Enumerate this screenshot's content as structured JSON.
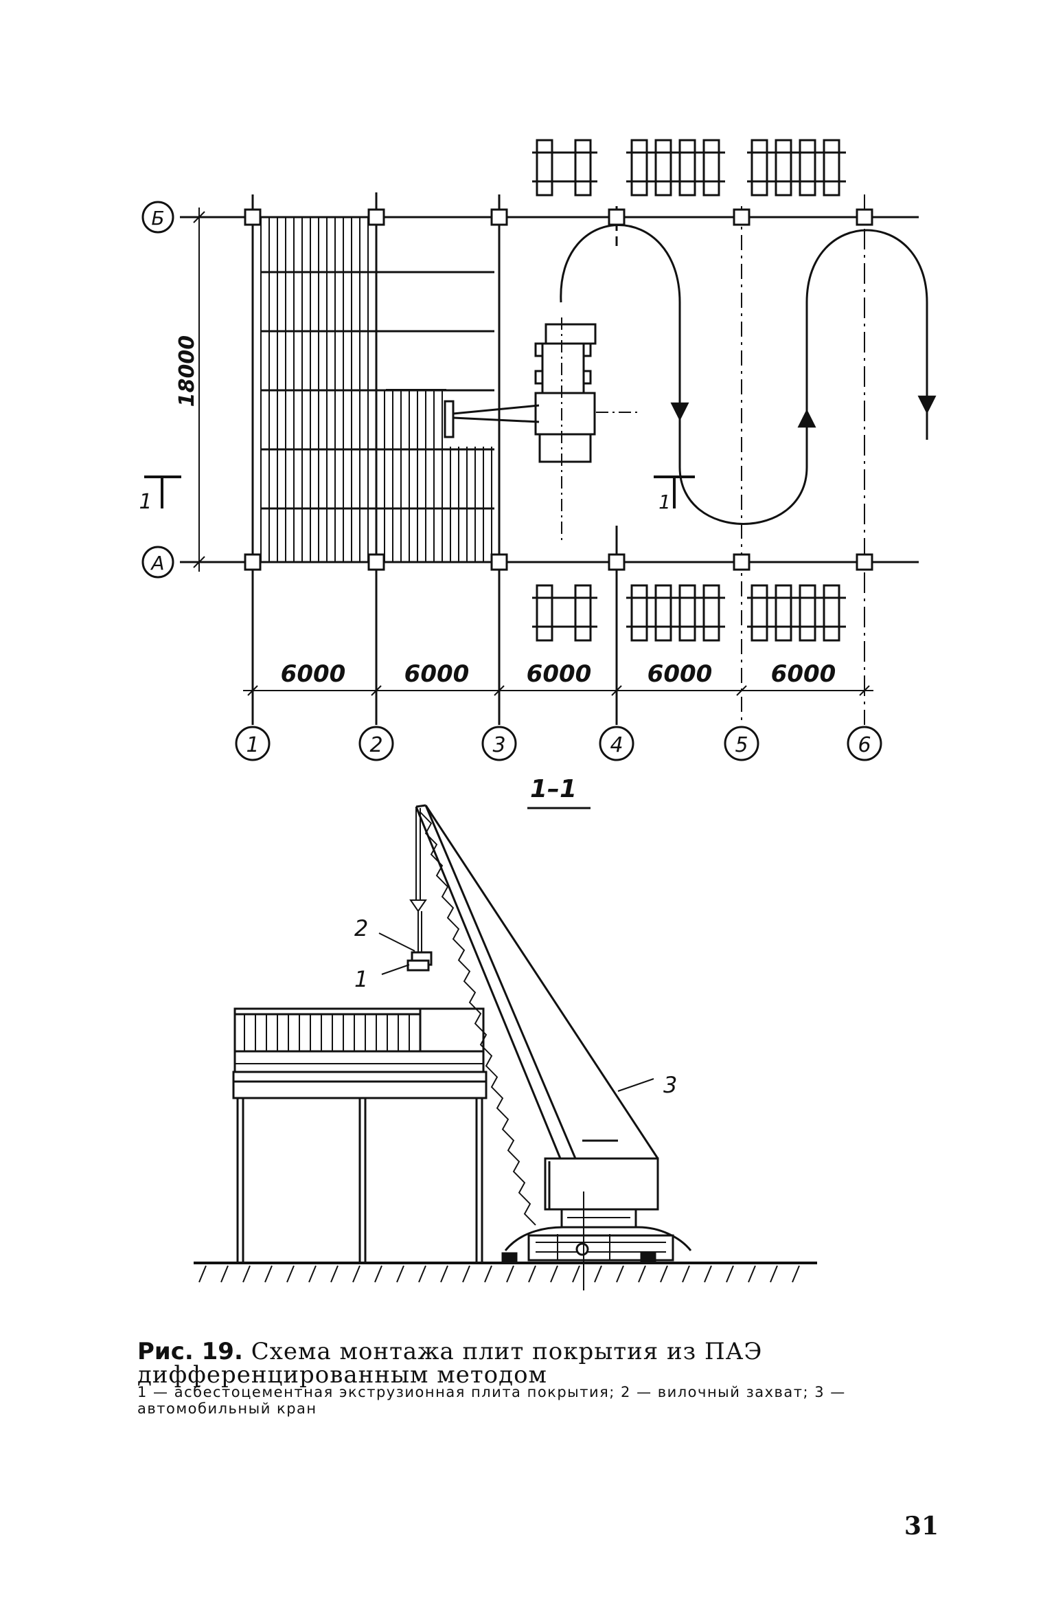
{
  "plan": {
    "row_labels": [
      "Б",
      "А"
    ],
    "column_labels": [
      "1",
      "2",
      "3",
      "4",
      "5",
      "6"
    ],
    "span_dims": [
      "6000",
      "6000",
      "6000",
      "6000",
      "6000"
    ],
    "height_dim": "18000",
    "section_marks": [
      "1",
      "1"
    ]
  },
  "section": {
    "title": "1–1",
    "callouts": [
      "2",
      "1",
      "3"
    ]
  },
  "caption": {
    "fig_label": "Рис. 19.",
    "text": "Схема монтажа плит покрытия из ПАЭ дифференцированным методом"
  },
  "legend": {
    "text": "1 — асбестоцементная экструзионная плита покрытия; 2 — вилочный захват; 3 — автомобильный кран"
  },
  "page_number": "31"
}
